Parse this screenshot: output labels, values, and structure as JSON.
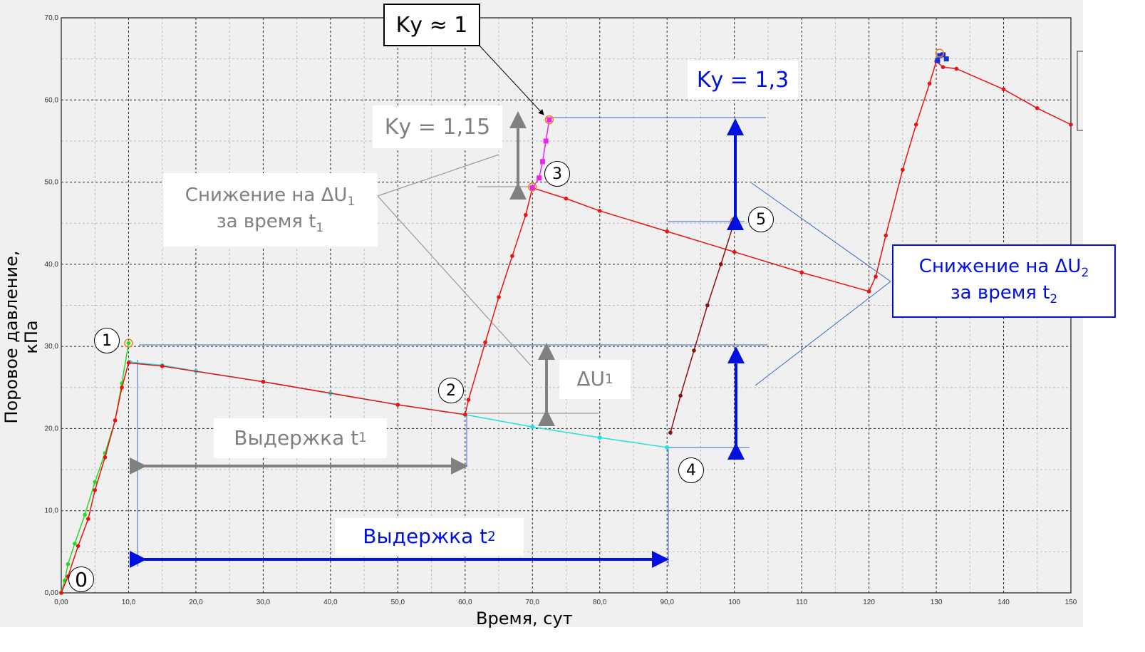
{
  "chart_data": {
    "type": "line",
    "title": "",
    "xlabel": "Время, сут",
    "ylabel": "Поровое давление, кПа",
    "xlim": [
      0,
      150
    ],
    "ylim": [
      0,
      70
    ],
    "grid": true,
    "xticks": [
      "0,00",
      "10,0",
      "20,0",
      "30,0",
      "40,0",
      "50,0",
      "60,0",
      "70,0",
      "80,0",
      "90,0",
      "100",
      "110",
      "120",
      "130",
      "140",
      "150"
    ],
    "xtick_values": [
      0,
      10,
      20,
      30,
      40,
      50,
      60,
      70,
      80,
      90,
      100,
      110,
      120,
      130,
      140,
      150
    ],
    "yticks": [
      "0,00",
      "10,0",
      "20,0",
      "30,0",
      "40,0",
      "50,0",
      "60,0",
      "70,0"
    ],
    "ytick_values": [
      0,
      10,
      20,
      30,
      40,
      50,
      60,
      70
    ],
    "series": [
      {
        "name": "green",
        "color": "#22dd22",
        "points": [
          [
            0,
            0
          ],
          [
            0.5,
            1.5
          ],
          [
            1,
            3.5
          ],
          [
            2,
            6
          ],
          [
            3.5,
            9.5
          ],
          [
            5,
            13.5
          ],
          [
            6.5,
            17
          ],
          [
            8,
            21
          ],
          [
            9,
            25.5
          ],
          [
            10,
            30.4
          ]
        ]
      },
      {
        "name": "cyan",
        "color": "#22e0e0",
        "points": [
          [
            10.2,
            28.1
          ],
          [
            15,
            27.7
          ],
          [
            20,
            27
          ],
          [
            30,
            25.7
          ],
          [
            40,
            24.3
          ],
          [
            50,
            22.9
          ],
          [
            60,
            21.7
          ],
          [
            70,
            20.2
          ],
          [
            80,
            18.9
          ],
          [
            90,
            17.7
          ]
        ]
      },
      {
        "name": "red",
        "color": "#ee1111",
        "points": [
          [
            0,
            0
          ],
          [
            1,
            2
          ],
          [
            2.5,
            5.7
          ],
          [
            4,
            9
          ],
          [
            5,
            12.5
          ],
          [
            6.5,
            16.5
          ],
          [
            8,
            21
          ],
          [
            9,
            25
          ],
          [
            10,
            28
          ],
          [
            15,
            27.6
          ],
          [
            30,
            25.7
          ],
          [
            50,
            22.9
          ],
          [
            60,
            21.7
          ],
          [
            60.5,
            23.5
          ],
          [
            63,
            30.5
          ],
          [
            65,
            36
          ],
          [
            67,
            41
          ],
          [
            69,
            46
          ],
          [
            70,
            49.3
          ],
          [
            75,
            48
          ],
          [
            80,
            46.5
          ],
          [
            90,
            44
          ],
          [
            100,
            41.5
          ],
          [
            110,
            39
          ],
          [
            120,
            36.7
          ],
          [
            121,
            38.5
          ],
          [
            122.5,
            43.5
          ],
          [
            125,
            51.5
          ],
          [
            127,
            57
          ],
          [
            129,
            62
          ],
          [
            130,
            64.7
          ],
          [
            131,
            64
          ],
          [
            133,
            63.8
          ],
          [
            140,
            61.3
          ],
          [
            145,
            59
          ],
          [
            150,
            57
          ]
        ]
      },
      {
        "name": "magenta",
        "color": "#ee22ee",
        "points": [
          [
            70,
            49.3
          ],
          [
            71,
            50.5
          ],
          [
            71.5,
            52.5
          ],
          [
            72,
            55
          ],
          [
            72.5,
            57.6
          ]
        ]
      },
      {
        "name": "darkred",
        "color": "#8b1010",
        "points": [
          [
            90.5,
            19.5
          ],
          [
            92,
            24
          ],
          [
            94,
            29.5
          ],
          [
            96,
            35
          ],
          [
            98,
            40
          ],
          [
            100,
            45.2
          ]
        ]
      },
      {
        "name": "blue",
        "color": "#1030dd",
        "points": [
          [
            130.2,
            64.8
          ],
          [
            130.5,
            65.4
          ],
          [
            131,
            65.5
          ],
          [
            131.5,
            65.0
          ]
        ]
      }
    ],
    "highlight_points": [
      [
        10,
        30.4
      ],
      [
        70,
        49.4
      ],
      [
        72.5,
        57.6
      ],
      [
        100,
        45.2
      ],
      [
        130.5,
        65.7
      ]
    ],
    "highlight_color": "#f08020"
  },
  "annotations": {
    "ky1": "Kу ≈ 1",
    "ky115": "Kу = 1,15",
    "ky13": "Kу = 1,3",
    "drop1_line1": "Снижение на ΔU",
    "drop1_sub": "1",
    "drop1_line2": "за время t",
    "drop1_sub2": "1",
    "du1": "ΔU",
    "du1_sub": "1",
    "hold1": "Выдержка t",
    "hold1_sub": "1",
    "hold2": "Выдержка t",
    "hold2_sub": "2",
    "drop2_line1": "Снижение на ΔU",
    "drop2_sub": "2",
    "drop2_line2": "за время t",
    "drop2_sub2": "2",
    "points": [
      "0",
      "1",
      "2",
      "3",
      "4",
      "5"
    ]
  }
}
